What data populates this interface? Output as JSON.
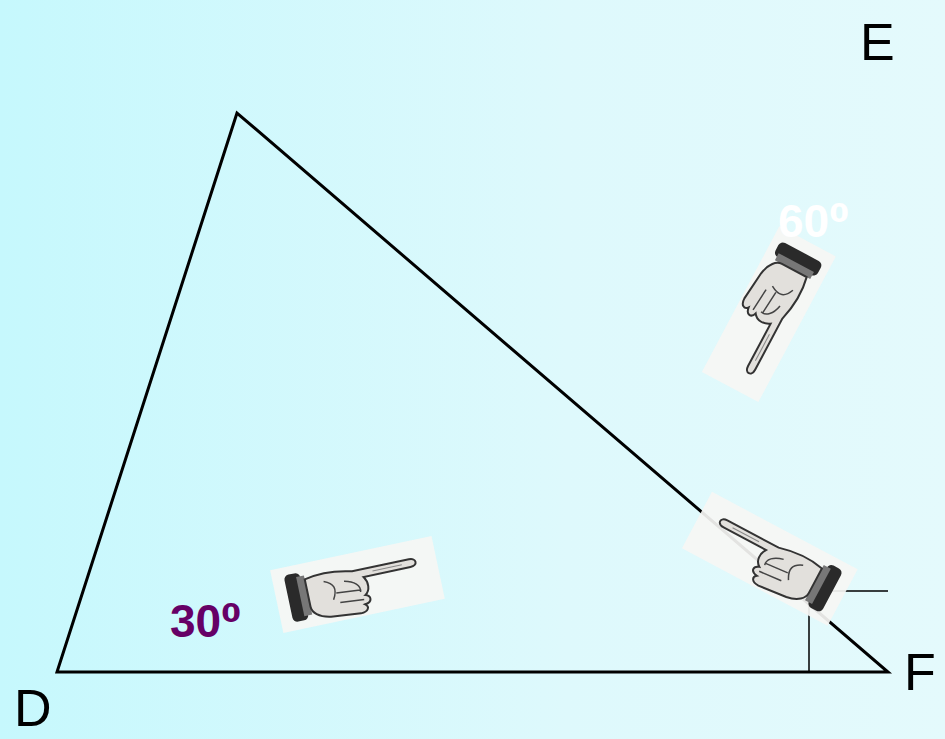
{
  "diagram": {
    "labels": [
      "E",
      "D",
      "F",
      "30⁰",
      "60⁰"
    ]
  }
}
